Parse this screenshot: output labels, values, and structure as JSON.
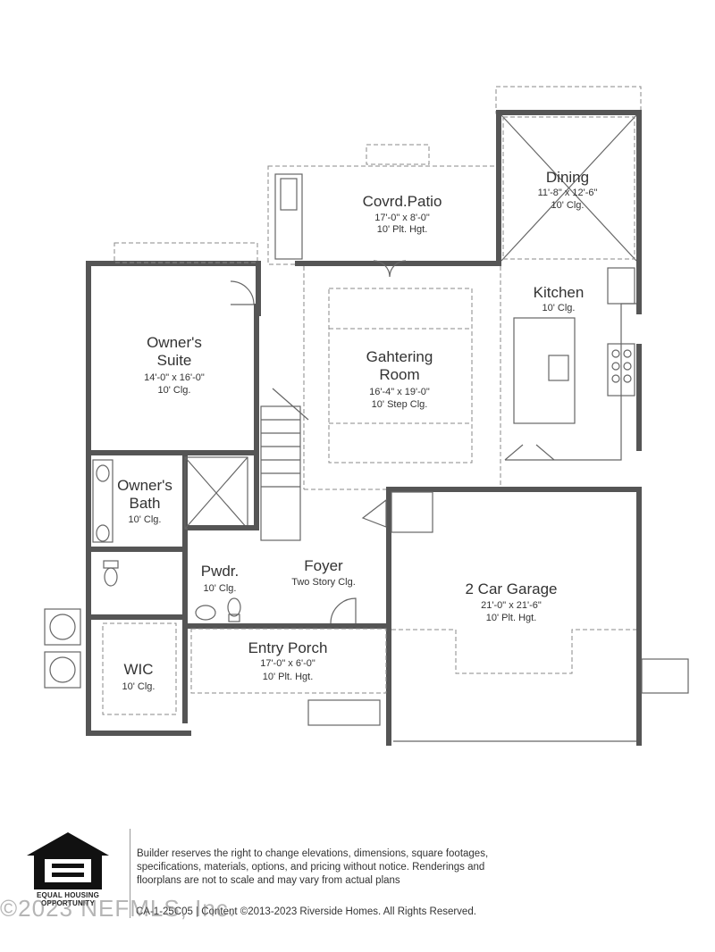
{
  "rooms": [
    {
      "id": "covered-patio",
      "name": "Covrd.Patio",
      "dims": "17'-0\" x 8'-0\"",
      "detail": "10' Plt. Hgt."
    },
    {
      "id": "dining",
      "name": "Dining",
      "dims": "11'-8\" x 12'-6\"",
      "detail": "10' Clg."
    },
    {
      "id": "kitchen",
      "name": "Kitchen",
      "detail": "10' Clg."
    },
    {
      "id": "owners-suite",
      "name_line1": "Owner's",
      "name_line2": "Suite",
      "dims": "14'-0\" x 16'-0\"",
      "detail": "10' Clg."
    },
    {
      "id": "gathering-room",
      "name_line1": "Gahtering",
      "name_line2": "Room",
      "dims": "16'-4\" x 19'-0\"",
      "detail": "10' Step Clg."
    },
    {
      "id": "owners-bath",
      "name_line1": "Owner's",
      "name_line2": "Bath",
      "detail": "10' Clg."
    },
    {
      "id": "foyer",
      "name": "Foyer",
      "detail": "Two Story Clg."
    },
    {
      "id": "powder",
      "name": "Pwdr.",
      "detail": "10' Clg."
    },
    {
      "id": "garage",
      "name": "2 Car Garage",
      "dims": "21'-0\" x 21'-6\"",
      "detail": "10' Plt. Hgt."
    },
    {
      "id": "entry-porch",
      "name": "Entry Porch",
      "dims": "17'-0\" x 6'-0\"",
      "detail": "10' Plt. Hgt."
    },
    {
      "id": "wic",
      "name": "WIC",
      "detail": "10' Clg."
    }
  ],
  "footer": {
    "disclaimer": "Builder reserves the right to change elevations, dimensions, square footages, specifications, materials, options, and pricing without notice. Renderings and floorplans are not to scale and may vary from actual plans",
    "copyright": "CA-1-25C05    |   Content ©2013-2023 Riverside Homes. All Rights Reserved.",
    "logo_caption": "EQUAL HOUSING OPPORTUNITY",
    "watermark": "©2023 NEFMLS, Inc."
  }
}
